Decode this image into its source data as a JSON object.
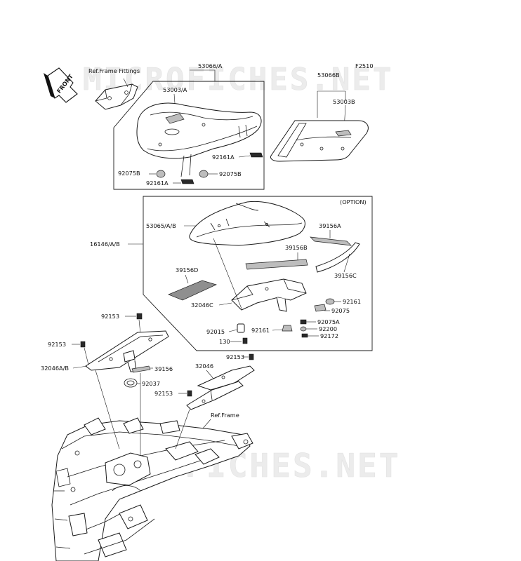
{
  "header": {
    "ref_frame_fittings": "Ref.Frame Fittings",
    "figure_code": "F2510",
    "front_arrow": "FRONT"
  },
  "watermarks": [
    "MICROFICHES.NET",
    "MICROFICHES.NET"
  ],
  "option_label": "(OPTION)",
  "ref_frame": "Ref.Frame",
  "labels": {
    "p53066": "53066/A",
    "p53003": "53003/A",
    "p92161A_1": "92161A",
    "p92075B_1": "92075B",
    "p92075B_2": "92075B",
    "p92161A_2": "92161A",
    "p53066B": "53066B",
    "p53003B": "53003B",
    "p53065": "53065/A/B",
    "p39156A": "39156A",
    "p16146": "16146/A/B",
    "p39156B": "39156B",
    "p39156D": "39156D",
    "p39156C": "39156C",
    "p92161_1": "92161",
    "p32046C": "32046C",
    "p92075": "92075",
    "p92075A": "92075A",
    "p92015": "92015",
    "p92161_2": "92161",
    "p92200": "92200",
    "p130": "130",
    "p92172": "92172",
    "p92153_1": "92153",
    "p92153_2": "92153",
    "p32046AB": "32046A/B",
    "p39156": "39156",
    "p32046": "32046",
    "p92153_3": "92153",
    "p92037": "92037",
    "p92153_4": "92153"
  },
  "colors": {
    "line": "#1a1a1a",
    "watermark": "#ececec",
    "background": "#ffffff"
  }
}
